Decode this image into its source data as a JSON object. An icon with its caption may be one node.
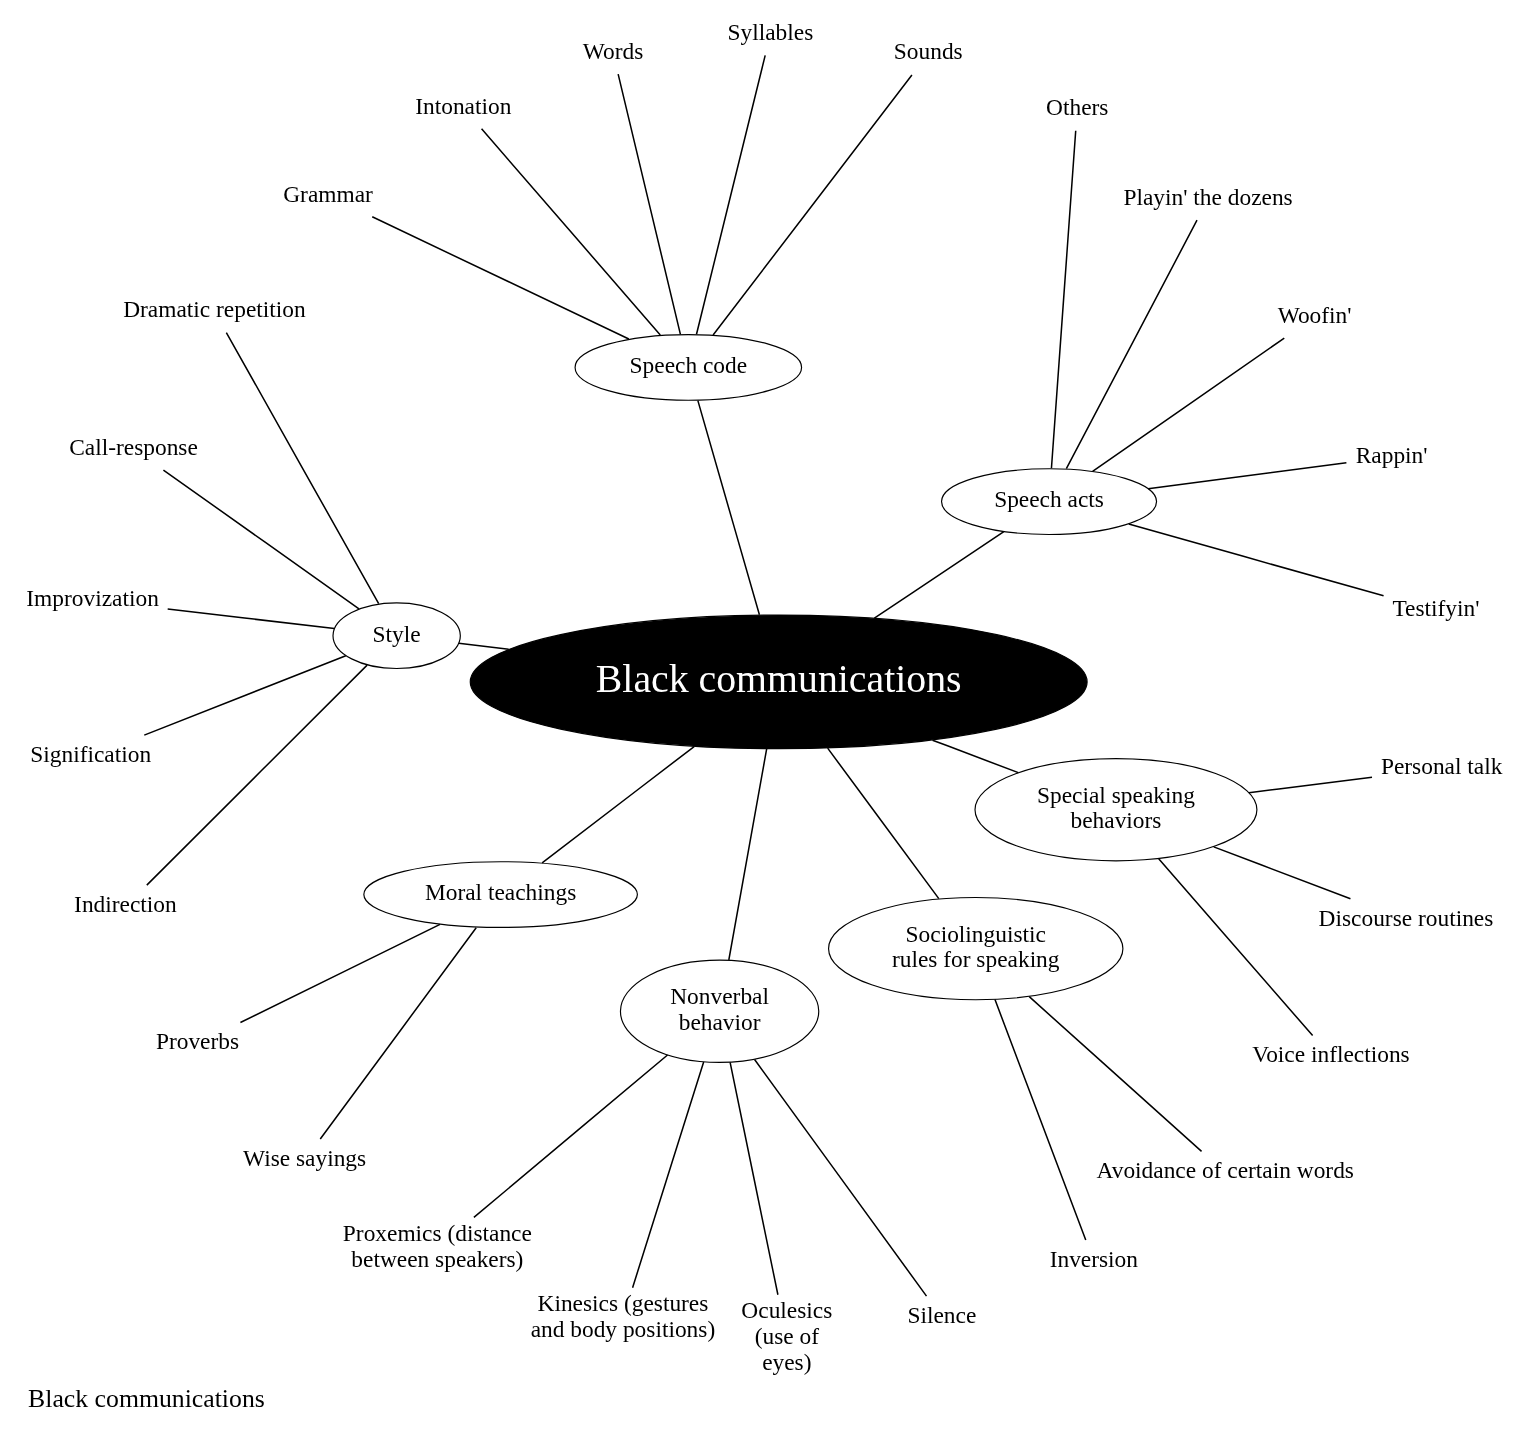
{
  "diagram": {
    "caption": "Black communications",
    "nodes": [
      {
        "text": [
          "Black communications"
        ]
      },
      {
        "text": [
          "Speech acts"
        ]
      },
      {
        "text": [
          "Testifyin'"
        ]
      },
      {
        "text": [
          "Rappin'"
        ]
      },
      {
        "text": [
          "Woofin'"
        ]
      },
      {
        "text": [
          "Playin' the dozens"
        ]
      },
      {
        "text": [
          "Others"
        ]
      },
      {
        "text": [
          "Speech code"
        ]
      },
      {
        "text": [
          "Sounds"
        ]
      },
      {
        "text": [
          "Syllables"
        ]
      },
      {
        "text": [
          "Words"
        ]
      },
      {
        "text": [
          "Intonation"
        ]
      },
      {
        "text": [
          "Grammar"
        ]
      },
      {
        "text": [
          "Style"
        ]
      },
      {
        "text": [
          "Dramatic repetition"
        ]
      },
      {
        "text": [
          "Call-response"
        ]
      },
      {
        "text": [
          "Improvization"
        ]
      },
      {
        "text": [
          "Signification"
        ]
      },
      {
        "text": [
          "Indirection"
        ]
      },
      {
        "text": [
          "Moral teachings"
        ]
      },
      {
        "text": [
          "Proverbs"
        ]
      },
      {
        "text": [
          "Wise sayings"
        ]
      },
      {
        "text": [
          "Nonverbal behavior"
        ]
      },
      {
        "text": [
          "Proxemics (distance between speakers)"
        ]
      },
      {
        "text": [
          "Kinesics (gestures and body positions)"
        ]
      },
      {
        "text": [
          "Oculesics (use of eyes)"
        ]
      },
      {
        "text": [
          "Silence"
        ]
      },
      {
        "text": [
          "Sociolinguistic rules for speaking"
        ]
      },
      {
        "text": [
          "Inversion"
        ]
      },
      {
        "text": [
          "Avoidance of certain words"
        ]
      },
      {
        "text": [
          "Special speaking behaviors"
        ]
      },
      {
        "text": [
          "Voice inflections"
        ]
      },
      {
        "text": [
          "Discourse routines"
        ]
      },
      {
        "text": [
          "Personal talk"
        ]
      }
    ],
    "edges": [
      {
        "from": 0,
        "to": 1,
        "arrow": "none"
      },
      {
        "from": 1,
        "to": 2,
        "arrow": "none"
      },
      {
        "from": 1,
        "to": 3,
        "arrow": "none"
      },
      {
        "from": 1,
        "to": 4,
        "arrow": "none"
      },
      {
        "from": 1,
        "to": 5,
        "arrow": "none"
      },
      {
        "from": 1,
        "to": 6,
        "arrow": "none"
      },
      {
        "from": 0,
        "to": 7,
        "arrow": "none"
      },
      {
        "from": 7,
        "to": 8,
        "arrow": "none"
      },
      {
        "from": 7,
        "to": 9,
        "arrow": "none"
      },
      {
        "from": 7,
        "to": 10,
        "arrow": "none"
      },
      {
        "from": 7,
        "to": 11,
        "arrow": "none"
      },
      {
        "from": 7,
        "to": 12,
        "arrow": "none"
      },
      {
        "from": 0,
        "to": 13,
        "arrow": "none"
      },
      {
        "from": 13,
        "to": 14,
        "arrow": "none"
      },
      {
        "from": 13,
        "to": 15,
        "arrow": "none"
      },
      {
        "from": 13,
        "to": 16,
        "arrow": "none"
      },
      {
        "from": 13,
        "to": 17,
        "arrow": "none"
      },
      {
        "from": 13,
        "to": 18,
        "arrow": "none"
      },
      {
        "from": 0,
        "to": 19,
        "arrow": "none"
      },
      {
        "from": 19,
        "to": 20,
        "arrow": "none"
      },
      {
        "from": 19,
        "to": 21,
        "arrow": "none"
      },
      {
        "from": 0,
        "to": 22,
        "arrow": "none"
      },
      {
        "from": 22,
        "to": 23,
        "arrow": "none"
      },
      {
        "from": 22,
        "to": 24,
        "arrow": "none"
      },
      {
        "from": 22,
        "to": 25,
        "arrow": "none"
      },
      {
        "from": 22,
        "to": 26,
        "arrow": "none"
      },
      {
        "from": 0,
        "to": 27,
        "arrow": "none"
      },
      {
        "from": 27,
        "to": 28,
        "arrow": "none"
      },
      {
        "from": 27,
        "to": 29,
        "arrow": "none"
      },
      {
        "from": 0,
        "to": 30,
        "arrow": "none"
      },
      {
        "from": 30,
        "to": 31,
        "arrow": "none"
      },
      {
        "from": 30,
        "to": 32,
        "arrow": "none"
      },
      {
        "from": 30,
        "to": 33,
        "arrow": "none"
      }
    ]
  }
}
